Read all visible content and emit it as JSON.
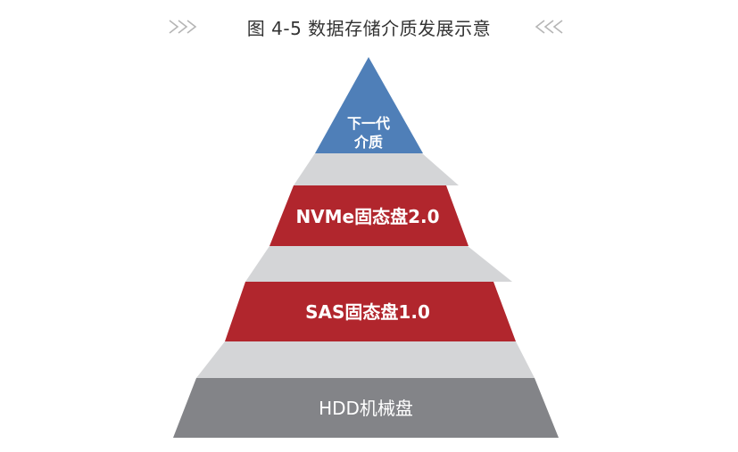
{
  "caption": {
    "title": "图 4-5 数据存储介质发展示意"
  },
  "tiers": [
    {
      "line1": "下一代",
      "line2": "介质",
      "color": "#4f7fb8"
    },
    {
      "label": "NVMe固态盘2.0",
      "color": "#b1262d"
    },
    {
      "label": "SAS固态盘1.0",
      "color": "#b1262d"
    },
    {
      "label": "HDD机械盘",
      "color": "#838488"
    }
  ],
  "connector_color": "#d4d5d7"
}
